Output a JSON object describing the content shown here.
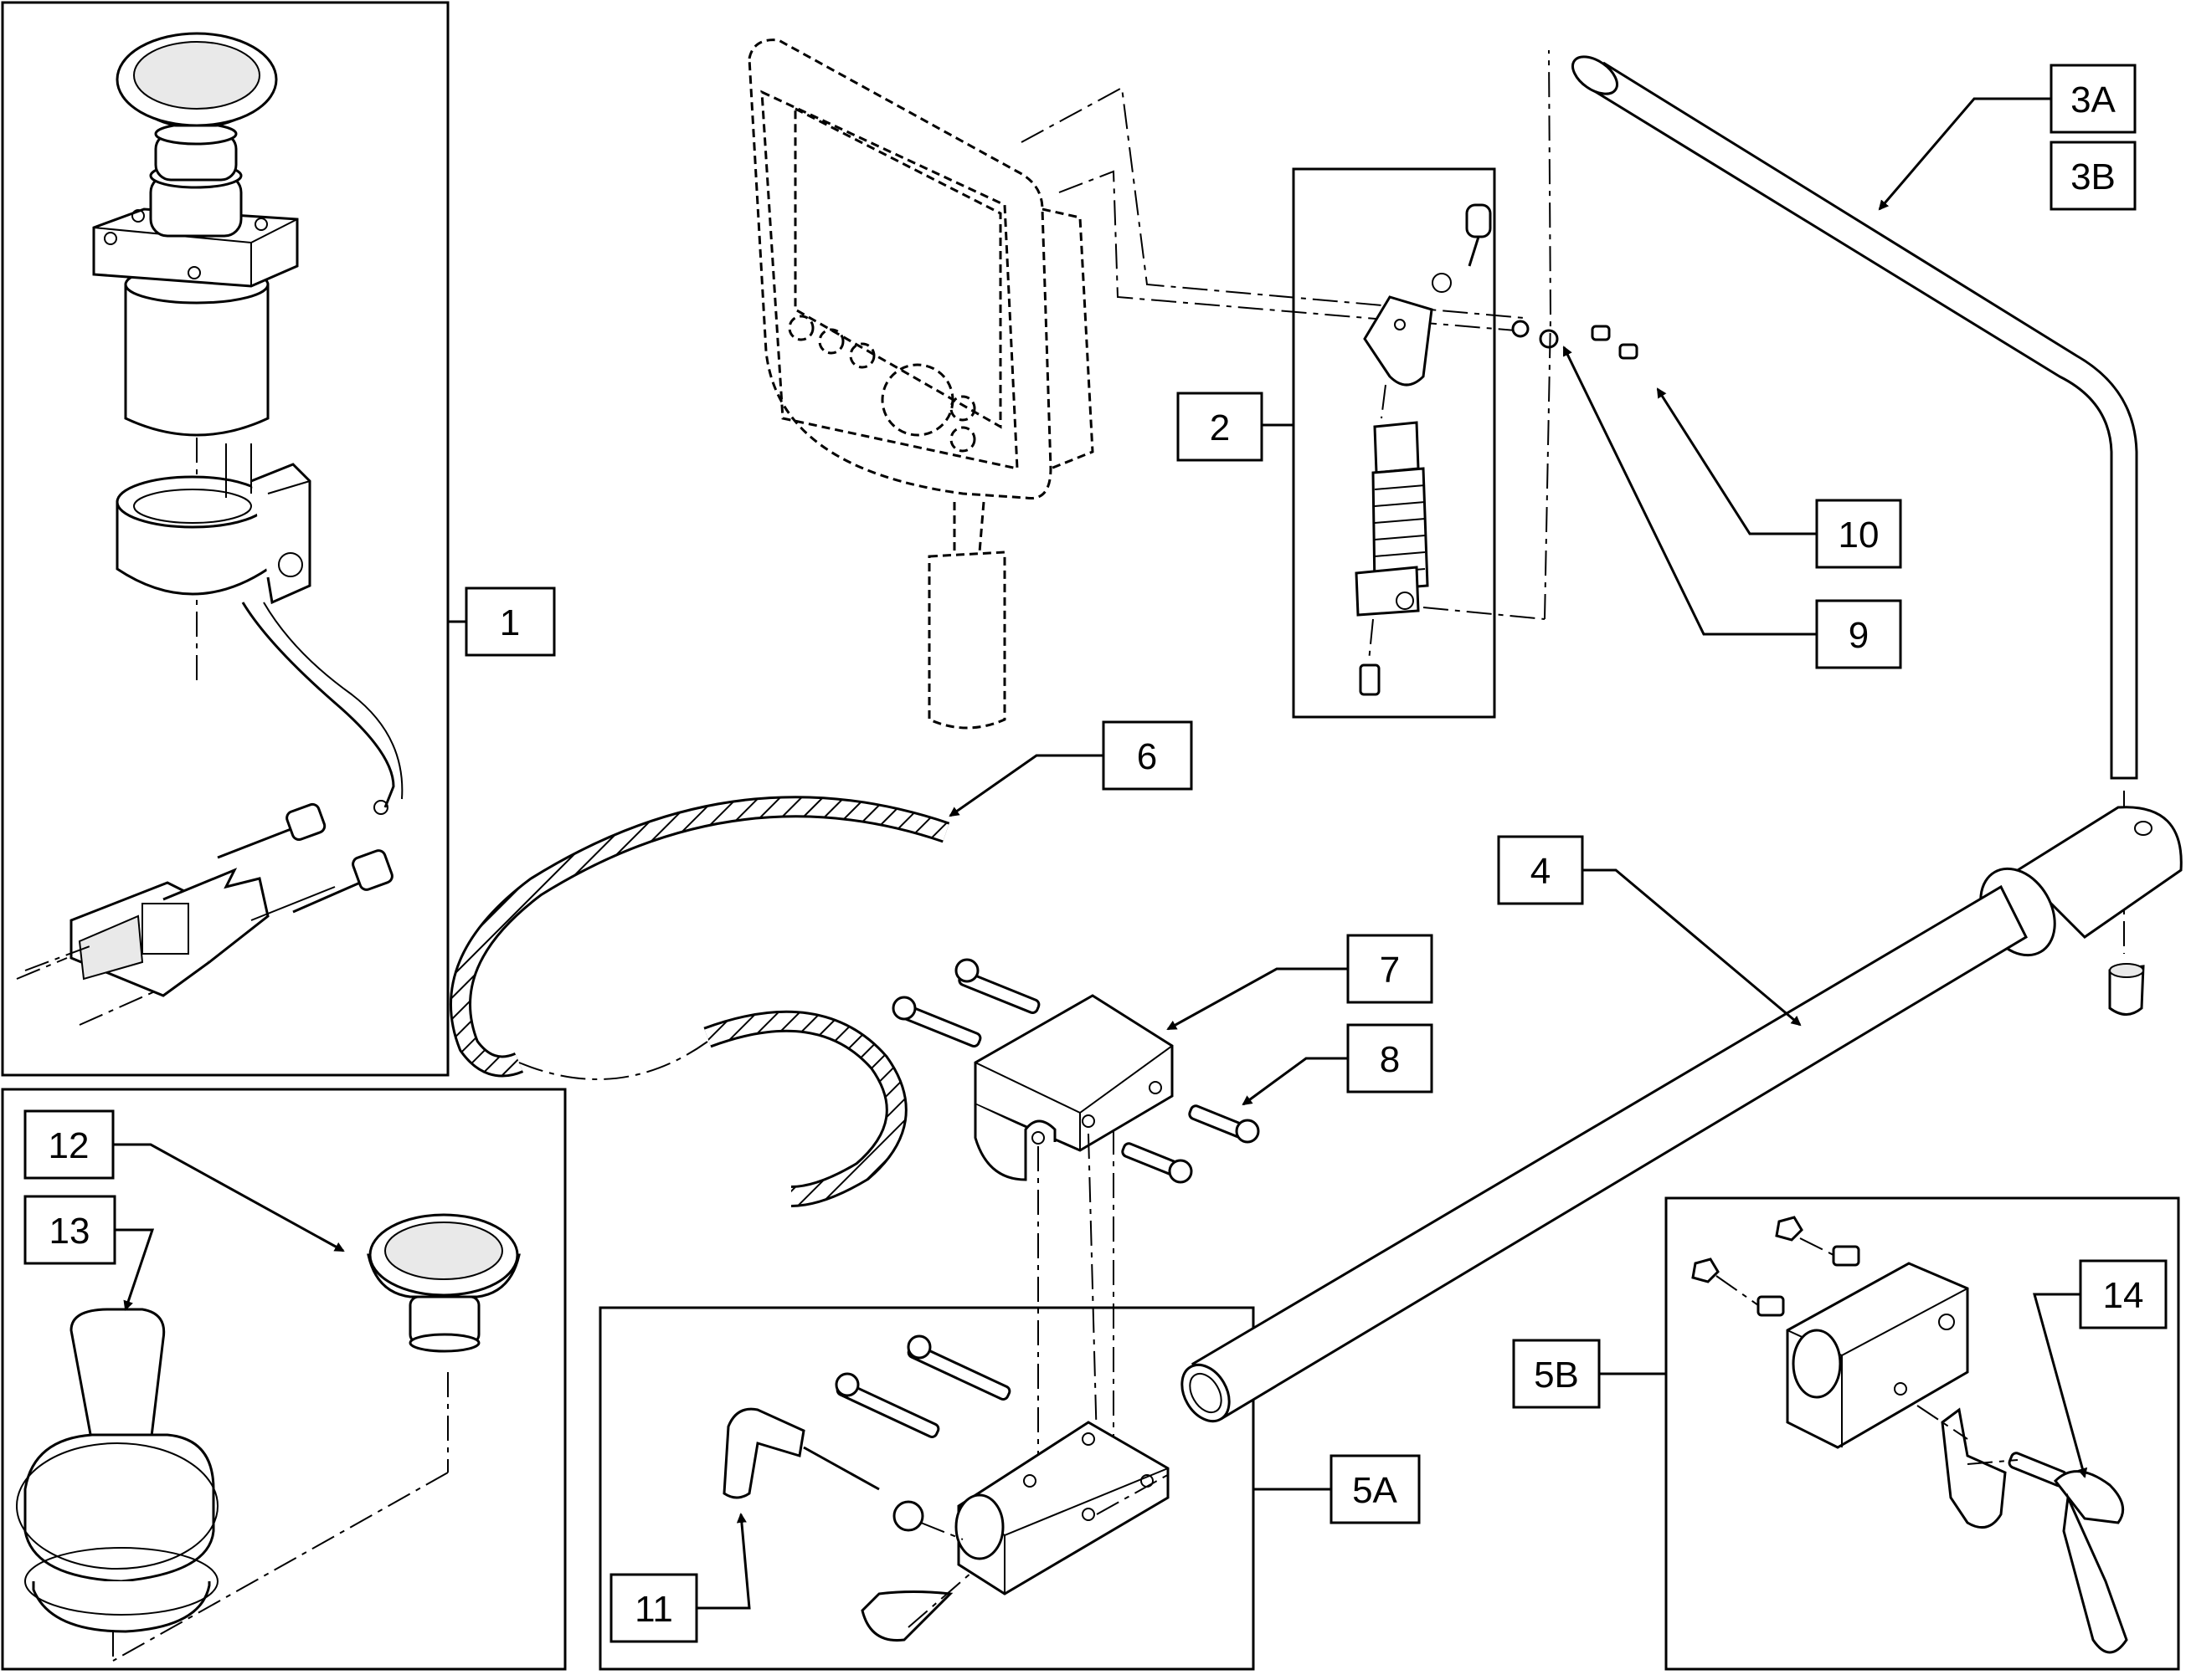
{
  "callouts": {
    "c1": "1",
    "c2": "2",
    "c3a": "3A",
    "c3b": "3B",
    "c4": "4",
    "c5a": "5A",
    "c5b": "5B",
    "c6": "6",
    "c7": "7",
    "c8": "8",
    "c9": "9",
    "c10": "10",
    "c11": "11",
    "c12": "12",
    "c13": "13",
    "c14": "14"
  }
}
